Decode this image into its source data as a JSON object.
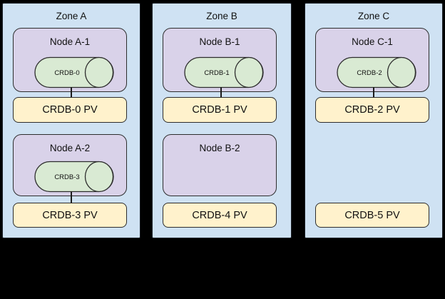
{
  "colors": {
    "background": "#000000",
    "zone_fill": "#cfe2f3",
    "node_fill": "#d9d2e9",
    "pod_fill": "#d9ead3",
    "pv_fill": "#fff2cc",
    "border": "#1b1b1b"
  },
  "zones": [
    {
      "label": "Zone A",
      "slots": [
        {
          "node_label": "Node A-1",
          "pod_label": "CRDB-0",
          "pv_label": "CRDB-0 PV",
          "connected": true
        },
        {
          "node_label": "Node A-2",
          "pod_label": "CRDB-3",
          "pv_label": "CRDB-3 PV",
          "connected": true
        }
      ]
    },
    {
      "label": "Zone B",
      "slots": [
        {
          "node_label": "Node B-1",
          "pod_label": "CRDB-1",
          "pv_label": "CRDB-1 PV",
          "connected": true
        },
        {
          "node_label": "Node B-2",
          "pod_label": null,
          "pv_label": "CRDB-4 PV",
          "connected": false
        }
      ]
    },
    {
      "label": "Zone C",
      "slots": [
        {
          "node_label": "Node C-1",
          "pod_label": "CRDB-2",
          "pv_label": "CRDB-2 PV",
          "connected": true
        },
        {
          "node_label": null,
          "pod_label": null,
          "pv_label": "CRDB-5 PV",
          "connected": false
        }
      ]
    }
  ]
}
